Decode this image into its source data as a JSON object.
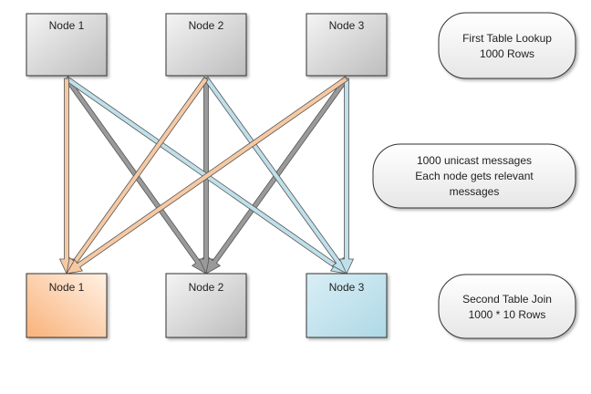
{
  "top_nodes": [
    {
      "label": "Node 1"
    },
    {
      "label": "Node 2"
    },
    {
      "label": "Node 3"
    }
  ],
  "bottom_nodes": [
    {
      "label": "Node 1",
      "fill": "orange"
    },
    {
      "label": "Node 2",
      "fill": "gray"
    },
    {
      "label": "Node 3",
      "fill": "blue"
    }
  ],
  "notes": {
    "first_lookup": {
      "line1": "First Table Lookup",
      "line2": "1000 Rows"
    },
    "messages": {
      "line1": "1000 unicast messages",
      "line2": "Each node gets relevant",
      "line3": "messages"
    },
    "second_join": {
      "line1": "Second Table Join",
      "line2": "1000 * 10 Rows"
    }
  },
  "colors": {
    "orange": "#f6c9a3",
    "gray": "#9a9a9a",
    "blue": "#bfe0ea"
  }
}
